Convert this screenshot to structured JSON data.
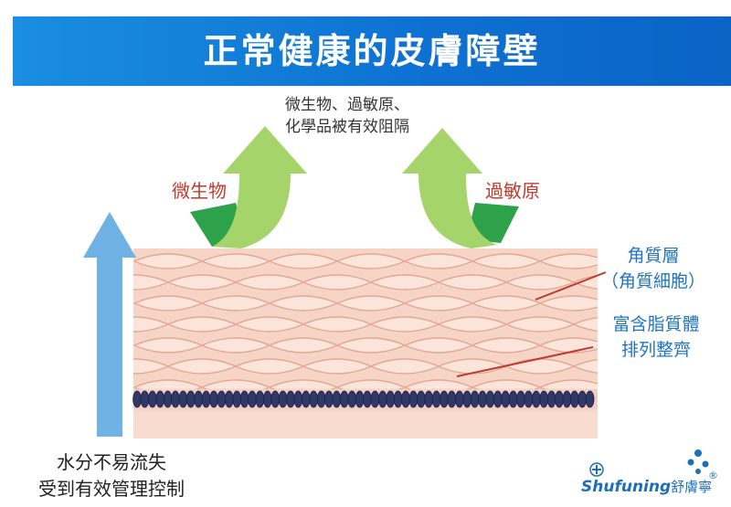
{
  "title": "正常健康的皮膚障壁",
  "top_note": [
    "微生物、過敏原、",
    "化學品被有效阻隔"
  ],
  "left_arrow_label": "微生物",
  "right_arrow_label": "過敏原",
  "layer_label_1": [
    "角質層",
    "（角質細胞）"
  ],
  "layer_label_2": [
    "富含脂質體",
    "排列整齊"
  ],
  "bottom_note": [
    "水分不易流失",
    "受到有效管理控制"
  ],
  "brand": {
    "latin": "Shufuning",
    "chinese": "舒膚寧",
    "mark": "®"
  },
  "colors": {
    "banner": "#0e72d2",
    "skin_fill": "#f6d4c6",
    "cell_fill": "#fbe4d9",
    "cell_stroke": "#e3a894",
    "basal": "#2f3866",
    "arrow_light": "#a5d46a",
    "arrow_dark": "#2ea24a",
    "water_arrow": "#6fb2e4",
    "pointer_line": "#c0392b",
    "label_red": "#c23a2c",
    "label_blue": "#1f74c2"
  }
}
